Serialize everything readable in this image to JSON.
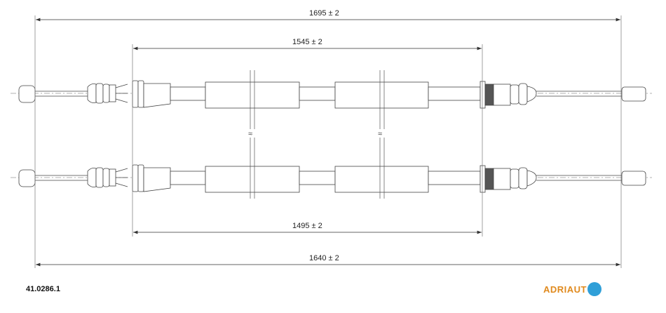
{
  "dimensions": {
    "overall_top": "1695 ± 2",
    "sheath_top": "1545 ± 2",
    "sheath_bottom": "1495 ± 2",
    "overall_bottom": "1640 ± 2"
  },
  "part_number": "41.0286.1",
  "logo": {
    "text": "ADRIAUTO",
    "visible_text": "ADRIAUT",
    "color": "#e08a1e",
    "badge_color": "#2f9fd8"
  }
}
